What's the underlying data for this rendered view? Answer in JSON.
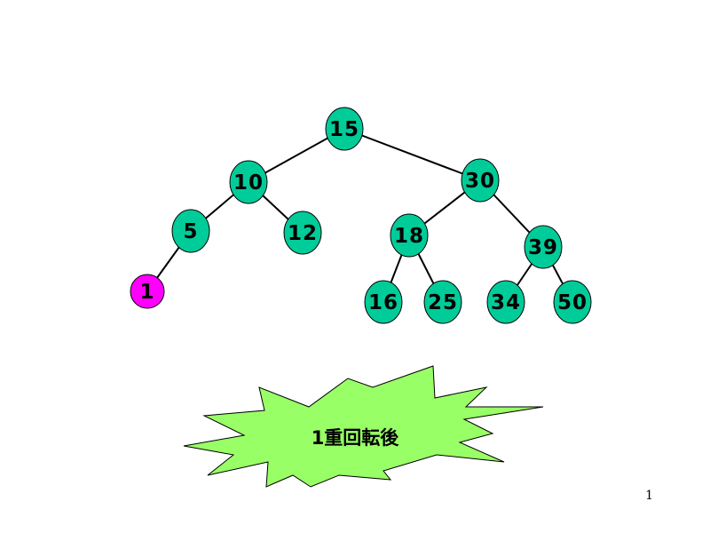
{
  "colors": {
    "node_fill": "#00CC99",
    "highlight_fill": "#FF00FF",
    "burst_fill": "#99FF66",
    "stroke": "#000000"
  },
  "tree": {
    "nodes": [
      {
        "id": "n15",
        "label": "15",
        "highlight": false
      },
      {
        "id": "n10",
        "label": "10",
        "highlight": false
      },
      {
        "id": "n30",
        "label": "30",
        "highlight": false
      },
      {
        "id": "n5",
        "label": "5",
        "highlight": false
      },
      {
        "id": "n12",
        "label": "12",
        "highlight": false
      },
      {
        "id": "n18",
        "label": "18",
        "highlight": false
      },
      {
        "id": "n39",
        "label": "39",
        "highlight": false
      },
      {
        "id": "n1",
        "label": "1",
        "highlight": true
      },
      {
        "id": "n16",
        "label": "16",
        "highlight": false
      },
      {
        "id": "n25",
        "label": "25",
        "highlight": false
      },
      {
        "id": "n34",
        "label": "34",
        "highlight": false
      },
      {
        "id": "n50",
        "label": "50",
        "highlight": false
      }
    ],
    "edges": [
      {
        "from": "n15",
        "to": "n10"
      },
      {
        "from": "n15",
        "to": "n30"
      },
      {
        "from": "n10",
        "to": "n5"
      },
      {
        "from": "n10",
        "to": "n12"
      },
      {
        "from": "n30",
        "to": "n18"
      },
      {
        "from": "n30",
        "to": "n39"
      },
      {
        "from": "n5",
        "to": "n1"
      },
      {
        "from": "n18",
        "to": "n16"
      },
      {
        "from": "n18",
        "to": "n25"
      },
      {
        "from": "n39",
        "to": "n34"
      },
      {
        "from": "n39",
        "to": "n50"
      }
    ]
  },
  "burst": {
    "text": "1重回転後"
  },
  "page_number": "1"
}
